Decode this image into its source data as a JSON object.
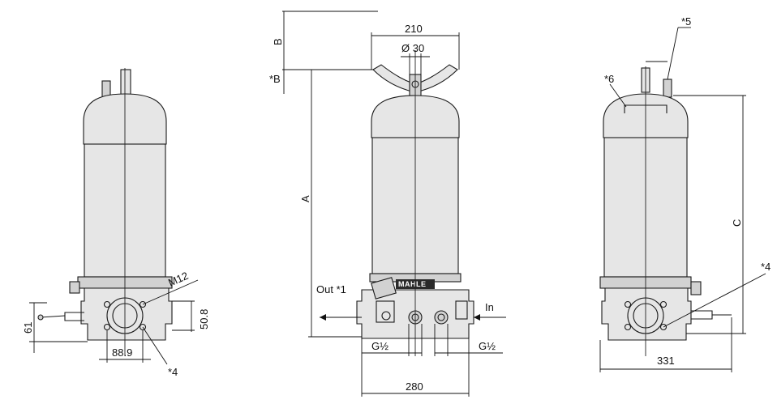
{
  "labels": {
    "left_m12": "M12",
    "left_61": "61",
    "left_50_8": "50.8",
    "left_88_9": "88.9",
    "left_note4": "*4",
    "center_210": "210",
    "center_dia30": "Ø 30",
    "center_B": "B",
    "center_starB": "*B",
    "center_A": "A",
    "center_out": "Out *1",
    "center_in": "In",
    "center_g_left": "G½",
    "center_g_right": "G½",
    "center_280": "280",
    "brand": "MAHLE",
    "right_note5": "*5",
    "right_note6": "*6",
    "right_C": "C",
    "right_note4": "*4",
    "right_331": "331"
  },
  "colors": {
    "body_fill": "#e6e6e6",
    "line": "#1a1a1a",
    "badge": "#2a2a2a"
  }
}
